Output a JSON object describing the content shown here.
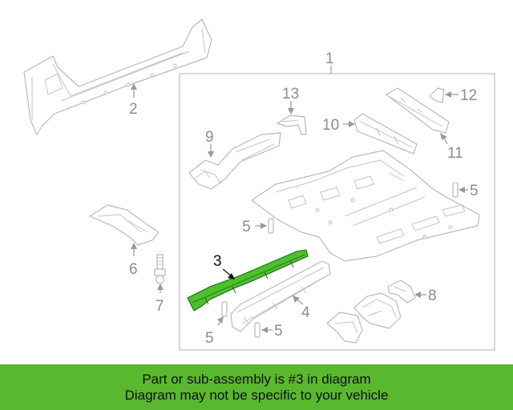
{
  "callouts": {
    "c1": "1",
    "c2": "2",
    "c3": "3",
    "c4": "4",
    "c5a": "5",
    "c5b": "5",
    "c5c": "5",
    "c5d": "5",
    "c6": "6",
    "c7": "7",
    "c8": "8",
    "c9": "9",
    "c10": "10",
    "c11": "11",
    "c12": "12",
    "c13": "13"
  },
  "highlighted_part": "3",
  "banner": {
    "line1": "Part or sub-assembly is #3 in diagram",
    "line2": "Diagram may not be specific to your vehicle"
  },
  "colors": {
    "banner_bg": "#5ab82e",
    "highlight": "#4fbf2f",
    "line_art": "#b9b9b9"
  }
}
